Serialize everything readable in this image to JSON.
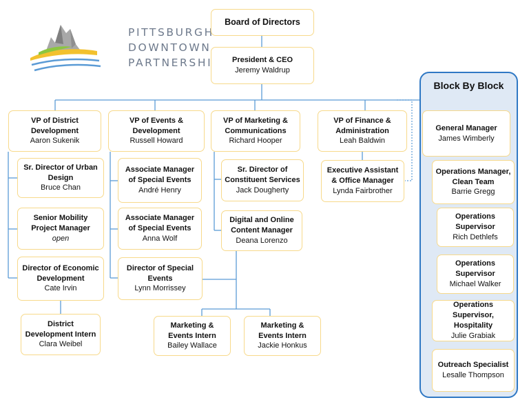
{
  "logo": {
    "lines": [
      "PITTSBURGH",
      "DOWNTOWN",
      "PARTNERSHIP"
    ]
  },
  "board": {
    "title": "Board of Directors"
  },
  "president": {
    "title": "President & CEO",
    "name": "Jeremy Waldrup"
  },
  "departments": [
    {
      "title": "VP of District Development",
      "name": "Aaron Sukenik",
      "reports": [
        {
          "title": "Sr. Director of Urban Design",
          "name": "Bruce Chan"
        },
        {
          "title": "Senior Mobility Project Manager",
          "name": "open"
        },
        {
          "title": "Director of Economic Development",
          "name": "Cate Irvin"
        }
      ],
      "intern": {
        "title": "District Development Intern",
        "name": "Clara Weibel"
      }
    },
    {
      "title": "VP of Events & Development",
      "name": "Russell Howard",
      "reports": [
        {
          "title": "Associate Manager of Special Events",
          "name": "André Henry"
        },
        {
          "title": "Associate Manager of Special Events",
          "name": "Anna Wolf"
        },
        {
          "title": "Director of Special Events",
          "name": "Lynn Morrissey"
        }
      ]
    },
    {
      "title": "VP of Marketing & Communications",
      "name": "Richard Hooper",
      "reports": [
        {
          "title": "Sr. Director of Constituent Services",
          "name": "Jack Dougherty"
        },
        {
          "title": "Digital and Online Content Manager",
          "name": "Deana Lorenzo"
        }
      ]
    },
    {
      "title": "VP of Finance & Administration",
      "name": "Leah Baldwin",
      "reports": [
        {
          "title": "Executive Assistant & Office Manager",
          "name": "Lynda Fairbrother"
        }
      ]
    }
  ],
  "interns": [
    {
      "title": "Marketing & Events Intern",
      "name": "Bailey Wallace"
    },
    {
      "title": "Marketing & Events Intern",
      "name": "Jackie Honkus"
    }
  ],
  "block_by_block": {
    "title": "Block By Block",
    "manager": {
      "title": "General Manager",
      "name": "James Wimberly"
    },
    "staff": [
      {
        "title": "Operations Manager, Clean Team",
        "name": "Barrie Gregg"
      },
      {
        "title": "Operations Supervisor",
        "name": "Rich Dethlefs"
      },
      {
        "title": "Operations Supervisor",
        "name": "Michael Walker"
      },
      {
        "title": "Operations Supervisor, Hospitality",
        "name": "Julie Grabiak"
      },
      {
        "title": "Outreach Specialist",
        "name": "Lesalle Thompson"
      }
    ]
  },
  "colors": {
    "line": "#5b9bd5",
    "box_border": "#f7d98a",
    "panel_border": "#2f78c4",
    "panel_fill": "#dfe9f5"
  }
}
